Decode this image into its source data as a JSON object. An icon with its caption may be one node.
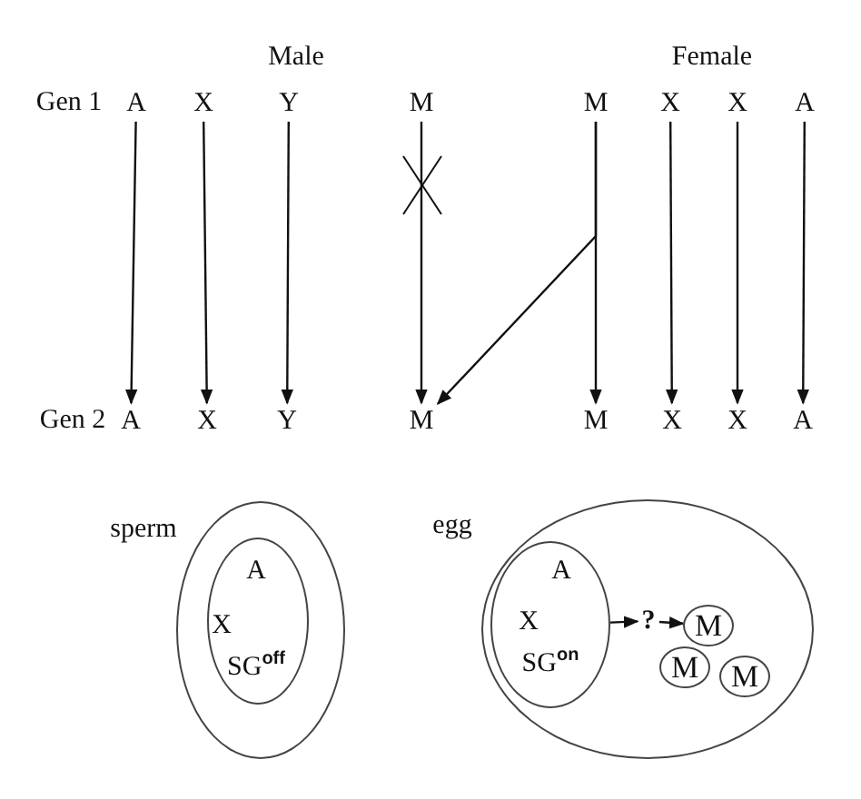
{
  "diagram": {
    "nodes": [
      {
        "text": [
          "A"
        ]
      },
      {
        "text": [
          "X"
        ]
      },
      {
        "text": [
          "Y"
        ]
      },
      {
        "text": [
          "M"
        ]
      },
      {
        "text": [
          "M"
        ]
      },
      {
        "text": [
          "X"
        ]
      },
      {
        "text": [
          "X"
        ]
      },
      {
        "text": [
          "A"
        ]
      },
      {
        "text": [
          "A"
        ]
      },
      {
        "text": [
          "X"
        ]
      },
      {
        "text": [
          "Y"
        ]
      },
      {
        "text": [
          "M"
        ]
      },
      {
        "text": [
          "M"
        ]
      },
      {
        "text": [
          "X"
        ]
      },
      {
        "text": [
          "X"
        ]
      },
      {
        "text": [
          "A"
        ]
      },
      {
        "text": [
          "sperm"
        ]
      },
      {
        "text": [
          "A",
          "X",
          "SG$^{off}$"
        ],
        "in": 16
      },
      {
        "text": [
          "egg"
        ]
      },
      {
        "text": [
          "A",
          "X",
          "SG$^{on}$"
        ],
        "in": 18
      },
      {
        "text": [
          "?"
        ],
        "in": 18
      },
      {
        "text": [
          "M"
        ],
        "in": 18
      },
      {
        "text": [
          "M"
        ],
        "in": 18
      },
      {
        "text": [
          "M"
        ],
        "in": 18
      }
    ],
    "edges": [
      {
        "from": 0,
        "to": 8,
        "arrow": "to"
      },
      {
        "from": 1,
        "to": 9,
        "arrow": "to"
      },
      {
        "from": 2,
        "to": 10,
        "arrow": "to"
      },
      {
        "from": 3,
        "to": 11,
        "arrow": "to"
      },
      {
        "from": 4,
        "to": 12,
        "arrow": "to"
      },
      {
        "from": 4,
        "to": 11,
        "arrow": "to"
      },
      {
        "from": 5,
        "to": 13,
        "arrow": "to"
      },
      {
        "from": 6,
        "to": 14,
        "arrow": "to"
      },
      {
        "from": 7,
        "to": 15,
        "arrow": "to"
      },
      {
        "from": 19,
        "to": 20,
        "arrow": "to"
      },
      {
        "from": 20,
        "to": 21,
        "arrow": "to"
      }
    ],
    "labels": [
      "Male",
      "Female",
      "Gen 1",
      "Gen 2"
    ]
  }
}
